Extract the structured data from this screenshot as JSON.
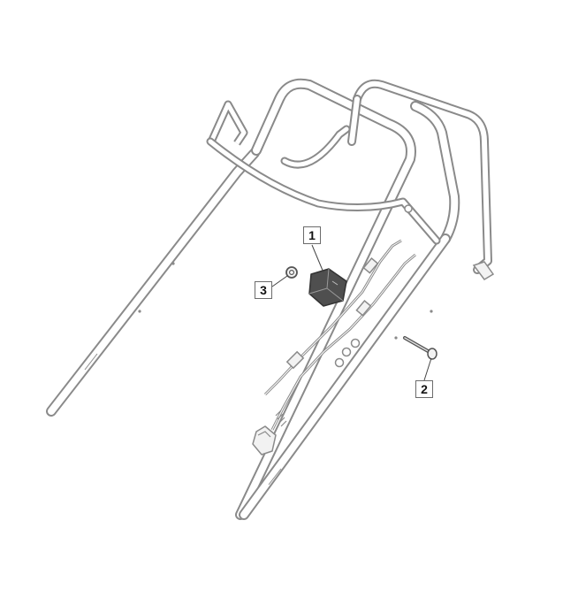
{
  "callouts": [
    {
      "number": "1",
      "part": "cable-clip"
    },
    {
      "number": "2",
      "part": "bolt"
    },
    {
      "number": "3",
      "part": "nut"
    }
  ],
  "colors": {
    "outline": "#8a8a8a",
    "fill": "#f2f2f2",
    "dark": "#555555",
    "leader": "#444444"
  }
}
